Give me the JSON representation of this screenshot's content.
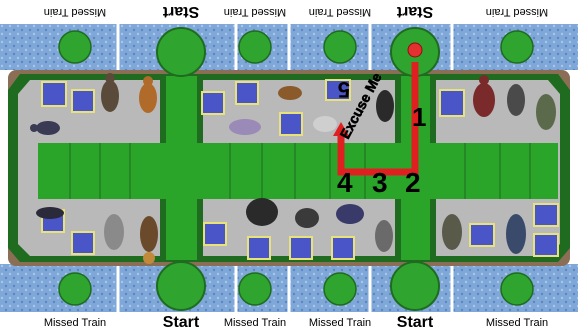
{
  "board": {
    "top_labels": [
      "Missed Train",
      "Start",
      "Missed Train",
      "Missed Train",
      "Start",
      "Missed Train"
    ],
    "bottom_labels": [
      "Missed Train",
      "Start",
      "Missed Train",
      "Missed Train",
      "Start",
      "Missed Train"
    ],
    "callout_text": "Excuse Me",
    "path_numbers": [
      "1",
      "2",
      "3",
      "4",
      "5"
    ],
    "colors": {
      "platform": "#7fa8d8",
      "train_outline": "#1f6b1f",
      "car_floor": "#b9b9b9",
      "aisle": "#2aa52a",
      "seat_square": "#4a55c8",
      "start_circle": "#2fa52f",
      "path": "#e02020",
      "token": "#e53030"
    }
  }
}
